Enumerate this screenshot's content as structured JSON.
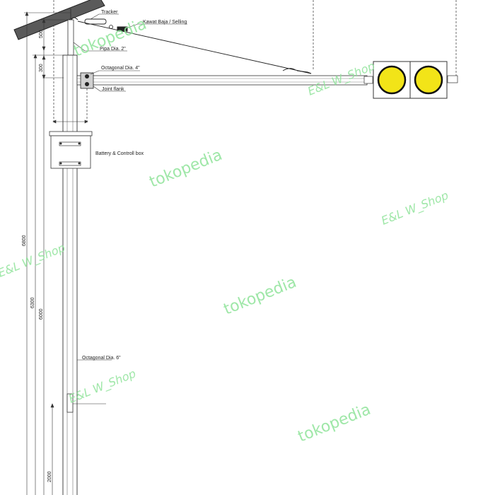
{
  "labels": {
    "tracker": "Tracker",
    "cable": "Kawat Baja / Selling",
    "pipe": "Pipa Dia. 2\"",
    "arm": "Octagonal Dia. 4\"",
    "joint": "Joint flank",
    "box": "Battery & Controll box",
    "pole": "Octagonal Dia. 6\""
  },
  "dimensions": {
    "d500": "500",
    "d300": "300",
    "d6800": "6800",
    "d6300": "6300",
    "d6000": "6000",
    "d2000": "2000"
  },
  "watermarks": {
    "tokopedia": "tokopedia",
    "shop": "E&L W_Shop"
  },
  "colors": {
    "lamp": "#f2e418",
    "watermark": "#8fe39a",
    "panel": "#555555"
  }
}
